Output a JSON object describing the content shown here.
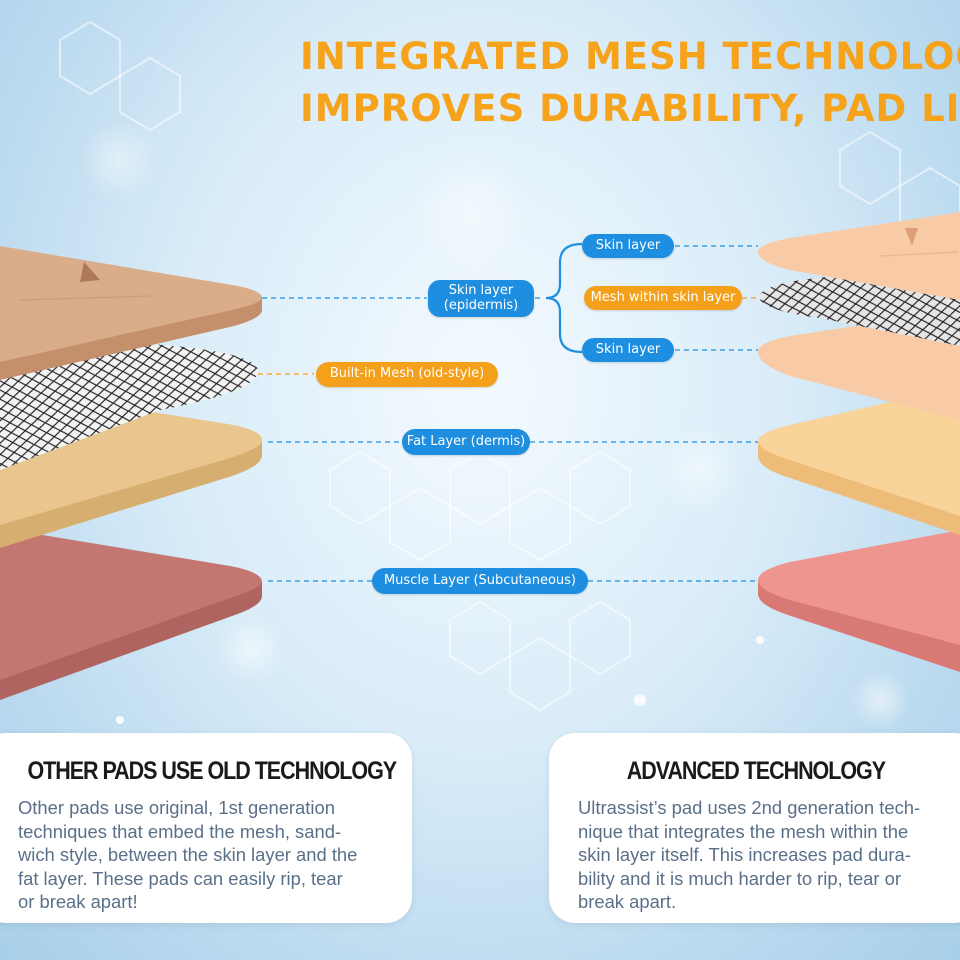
{
  "headline": {
    "line1": "INTEGRATED MESH TECHNOLOGY",
    "line2": "IMPROVES DURABILITY, PAD LIFE"
  },
  "labels": {
    "skin_layer_epidermis": [
      "Skin layer",
      "(epidermis)"
    ],
    "skin_layer_top": "Skin layer",
    "mesh_within_skin": "Mesh within skin layer",
    "skin_layer_bottom": "Skin layer",
    "built_in_mesh": "Built-in Mesh (old-style)",
    "fat_layer": "Fat Layer (dermis)",
    "muscle_layer": "Muscle Layer (Subcutaneous)"
  },
  "left_card": {
    "title": "OTHER PADS USE OLD TECHNOLOGY",
    "lines": [
      "Other pads use original, 1st generation",
      "techniques that embed the mesh, sand-",
      "wich style, between the skin layer and the",
      "fat layer. These pads can easily rip, tear",
      "or break apart!"
    ]
  },
  "right_card": {
    "title": "ADVANCED TECHNOLOGY",
    "lines": [
      "Ultrassist’s pad uses 2nd generation tech-",
      "nique that integrates the mesh within the",
      "skin layer itself. This increases pad dura-",
      "bility and it is much harder to rip, tear or",
      "break apart."
    ]
  },
  "colors": {
    "headline": "#f7a21b",
    "pill_blue": "#1e8fe0",
    "pill_orange": "#f5a01a",
    "skin_old": "#d9ac8a",
    "fat_old": "#e8c68e",
    "muscle_old": "#c47670",
    "skin_new": "#f8caa5",
    "fat_new": "#f9d49a",
    "muscle_new": "#ee9590"
  }
}
